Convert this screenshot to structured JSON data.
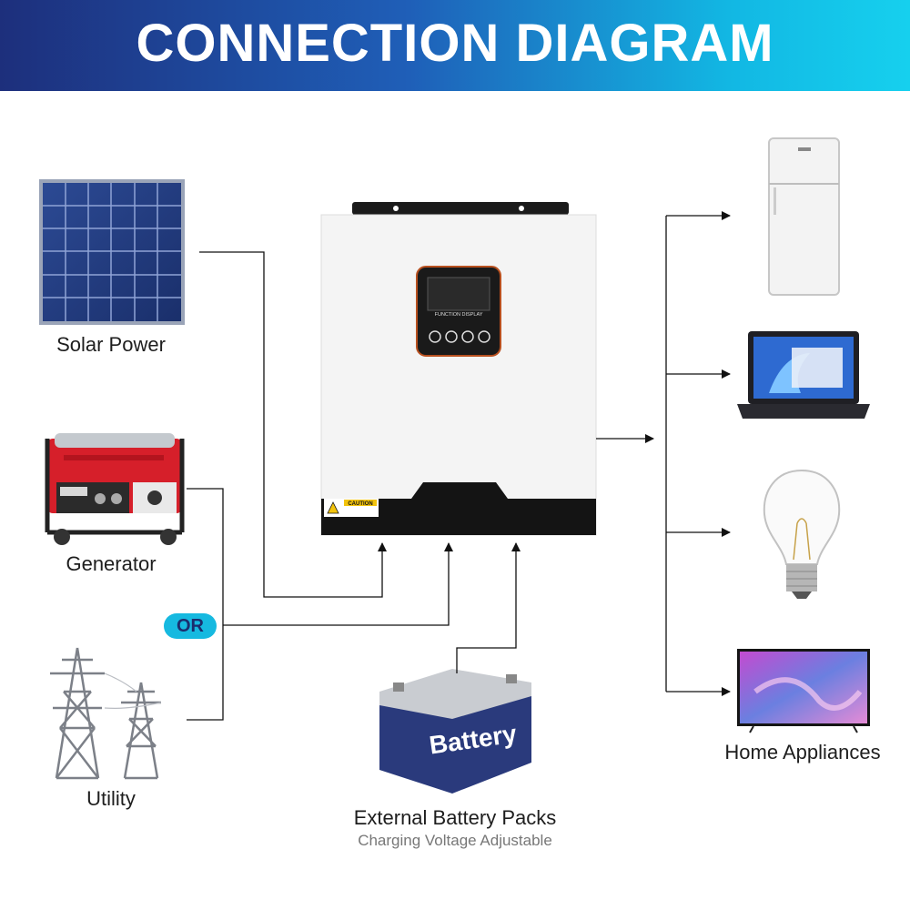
{
  "header": {
    "title": "CONNECTION DIAGRAM"
  },
  "sources": {
    "solar": "Solar Power",
    "generator": "Generator",
    "or": "OR",
    "utility": "Utility"
  },
  "battery": {
    "label": "External Battery Packs",
    "sublabel": "Charging Voltage Adjustable",
    "body_text": "Battery"
  },
  "loads": {
    "label": "Home Appliances"
  },
  "inverter": {
    "display_label": "FUNCTION DISPLAY",
    "caution_label": "CAUTION"
  },
  "colors": {
    "banner_start": "#1d2f7c",
    "banner_end": "#16d0ee",
    "or_badge": "#16b9e0",
    "battery": "#2a3a7c"
  }
}
